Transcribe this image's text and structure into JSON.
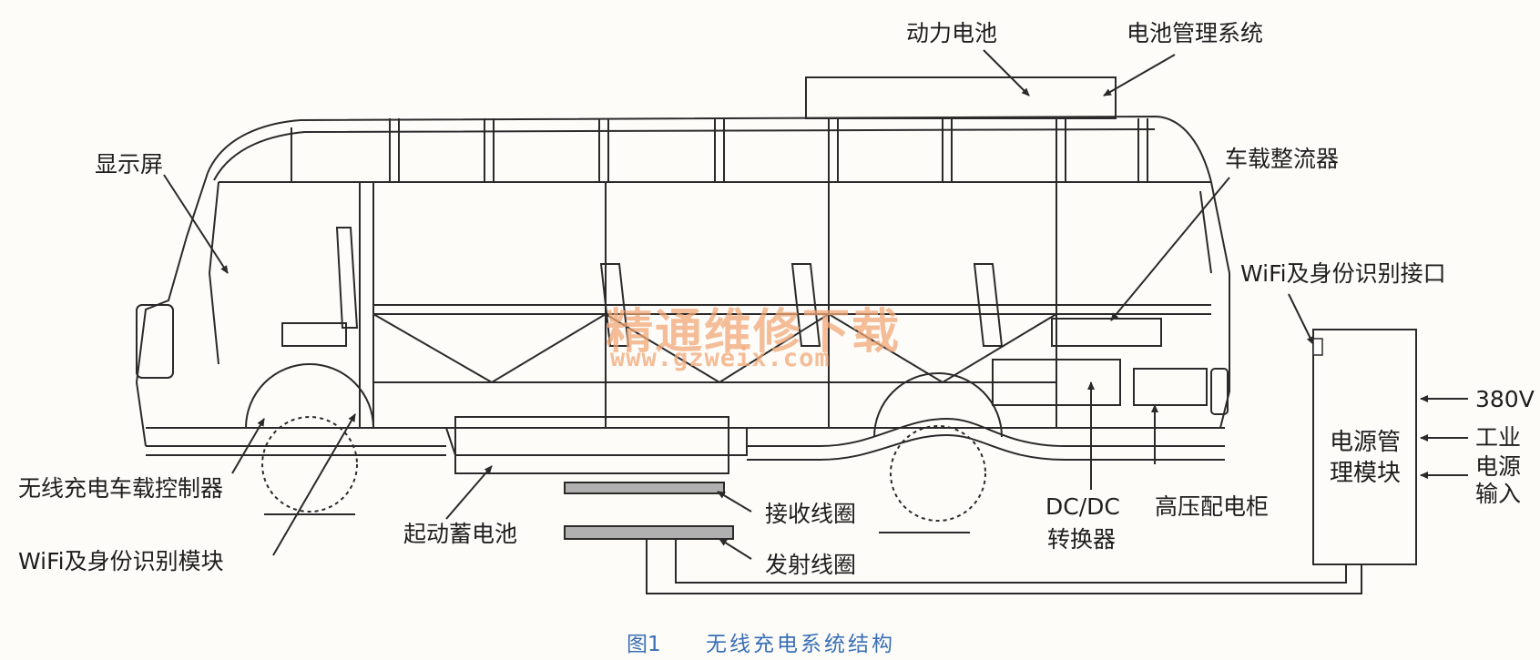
{
  "labels": {
    "power_battery": "动力电池",
    "bms": "电池管理系统",
    "display": "显示屏",
    "rectifier": "车载整流器",
    "wifi_port": "WiFi及身份识别接口",
    "power_module": "电源管理模块",
    "v380": "380V",
    "industrial": "工业",
    "power_src": "电源",
    "input": "输入",
    "wireless_ctrl": "无线充电车载控制器",
    "wifi_module": "WiFi及身份识别模块",
    "start_battery": "起动蓄电池",
    "rx_coil": "接收线圈",
    "tx_coil": "发射线圈",
    "dcdc": "DC/DC",
    "converter": "转换器",
    "hv_cabinet": "高压配电柜"
  },
  "watermark": {
    "text": "精通维修下载",
    "url": "www.gzweix.com"
  },
  "caption": {
    "fig": "图1",
    "title": "无线充电系统结构"
  },
  "colors": {
    "line": "#2a2a2a",
    "caption": "#3a6fb5",
    "watermark": "#f2a877"
  }
}
